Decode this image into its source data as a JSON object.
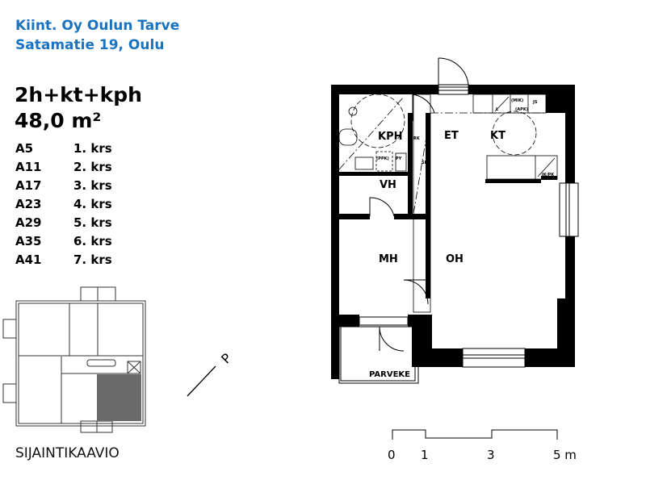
{
  "header": {
    "company": "Kiint. Oy Oulun Tarve",
    "address": "Satamatie 19, Oulu",
    "apartment_type": "2h+kt+kph",
    "area": "48,0 m²"
  },
  "apartments": [
    {
      "id": "A5",
      "floor": "1. krs"
    },
    {
      "id": "A11",
      "floor": "2. krs"
    },
    {
      "id": "A17",
      "floor": "3. krs"
    },
    {
      "id": "A23",
      "floor": "4. krs"
    },
    {
      "id": "A29",
      "floor": "5. krs"
    },
    {
      "id": "A35",
      "floor": "6. krs"
    },
    {
      "id": "A41",
      "floor": "7. krs"
    }
  ],
  "rooms": {
    "kph": "KPH",
    "et": "ET",
    "kt": "KT",
    "vh": "VH",
    "mh": "MH",
    "oh": "OH",
    "parveke": "PARVEKE"
  },
  "fixtures": {
    "rk": "RK",
    "sk": "SK",
    "ppk": "(PPK)",
    "py": "PY",
    "l": "L",
    "mik": "(MIK)",
    "apk": "(APK)",
    "js": "JS",
    "jkpk": "JK/PK"
  },
  "site_plan": {
    "label": "SIJAINTIKAAVIO",
    "north": "P"
  },
  "scale_bar": {
    "ticks": [
      "0",
      "1",
      "3",
      "5 m"
    ]
  },
  "colors": {
    "title": "#1a73c0",
    "highlight": "#6a6a6a"
  }
}
